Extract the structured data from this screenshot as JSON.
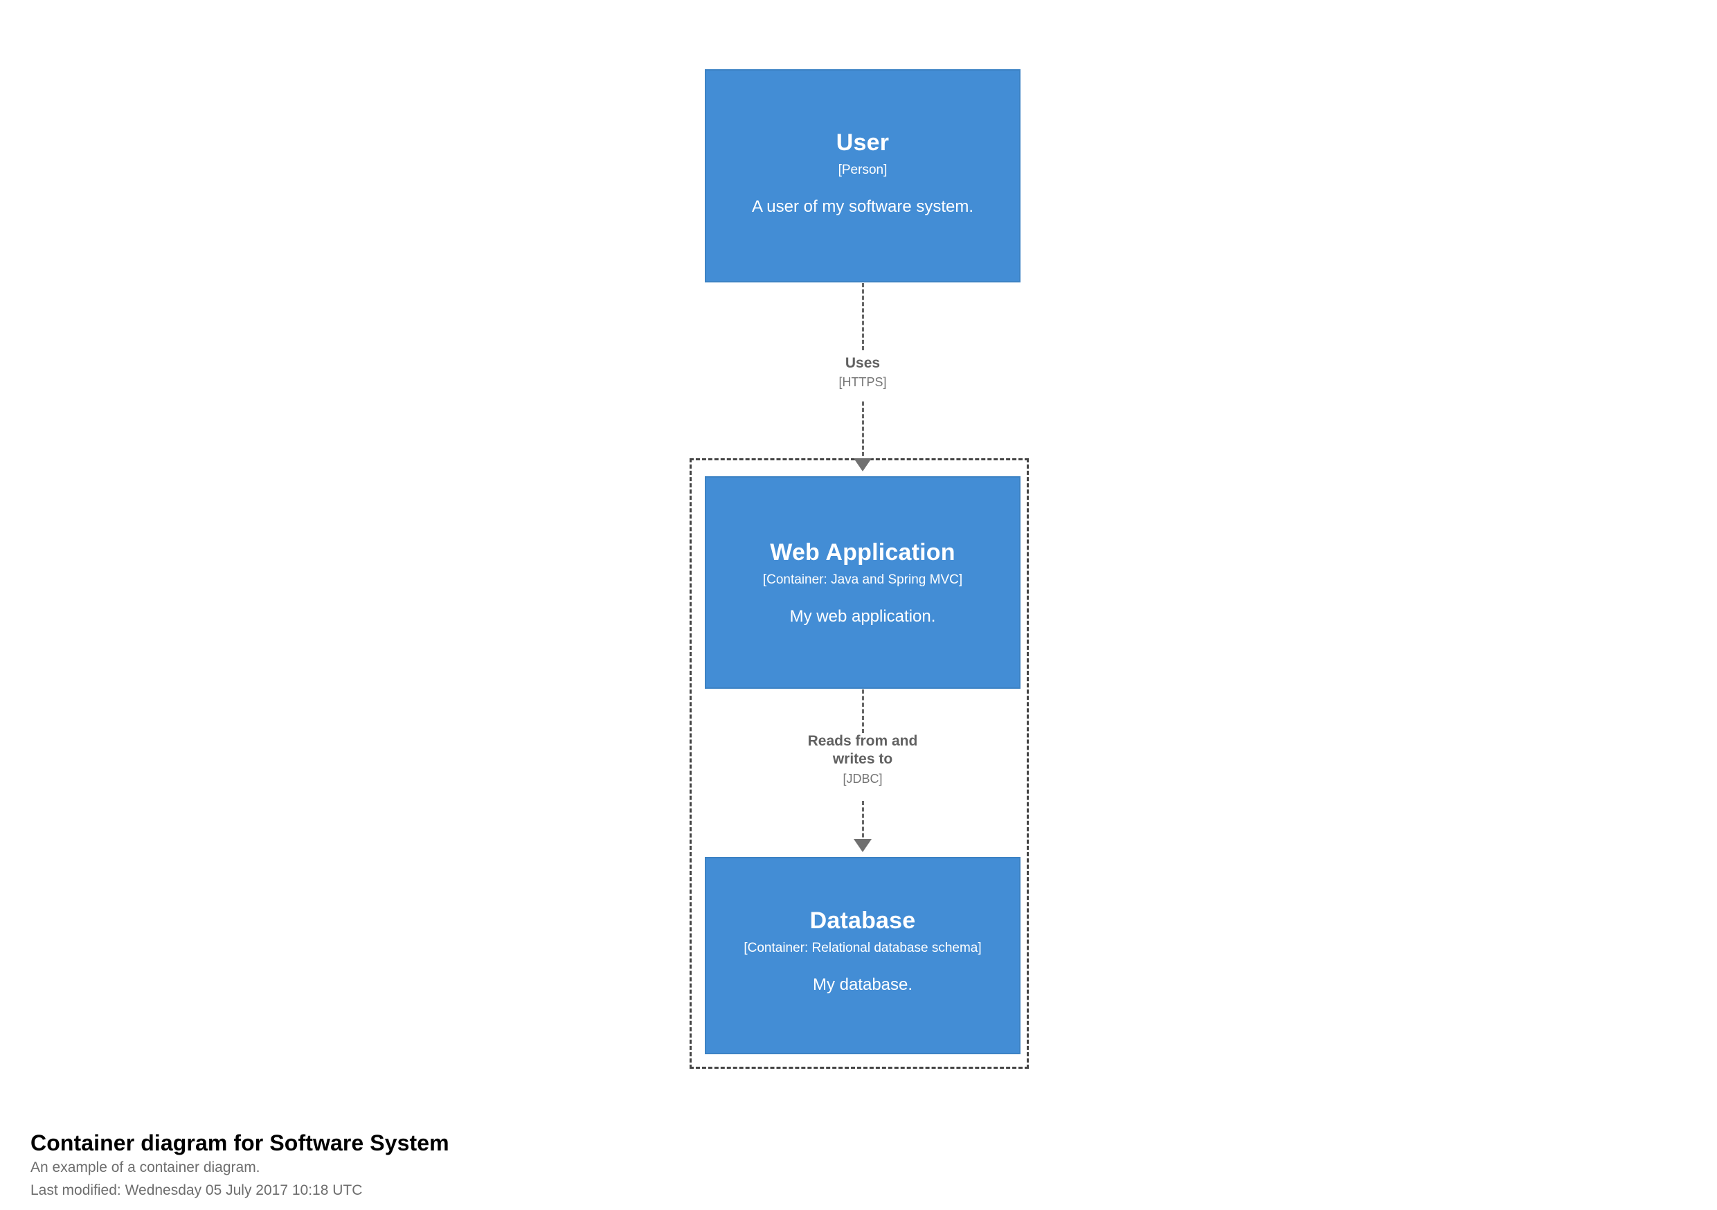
{
  "diagram": {
    "type": "C4 container diagram",
    "colors": {
      "element_fill": "#438dd5",
      "element_border": "#3c82c4",
      "element_text": "#ffffff",
      "relationship": "#666666",
      "boundary": "#444444",
      "caption_title": "#000000",
      "caption_sub": "#6d6d6d",
      "background": "#ffffff"
    },
    "boundary": {
      "style": "dashed",
      "label": ""
    },
    "nodes": [
      {
        "id": "user",
        "name": "User",
        "technology": "[Person]",
        "description": "A user of my software system."
      },
      {
        "id": "webapp",
        "name": "Web Application",
        "technology": "[Container: Java and Spring MVC]",
        "description": "My web application."
      },
      {
        "id": "database",
        "name": "Database",
        "technology": "[Container: Relational database schema]",
        "description": "My database."
      }
    ],
    "relationships": [
      {
        "id": "rel1",
        "source": "user",
        "target": "webapp",
        "description": "Uses",
        "technology": "[HTTPS]"
      },
      {
        "id": "rel2",
        "source": "webapp",
        "target": "database",
        "description": "Reads from and writes to",
        "description_line1": "Reads from and",
        "description_line2": "writes to",
        "technology": "[JDBC]"
      }
    ]
  },
  "caption": {
    "title": "Container diagram for Software System",
    "subtitle": "An example of a container diagram.",
    "last_modified": "Last modified: Wednesday 05 July 2017 10:18 UTC"
  }
}
